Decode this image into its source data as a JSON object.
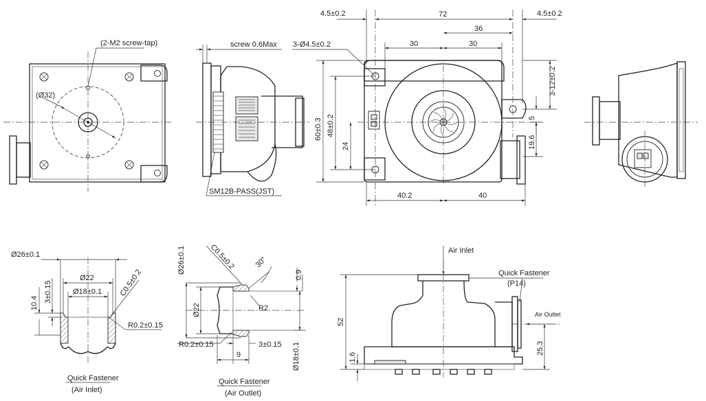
{
  "labels": {
    "screw_tap": "(2-M2 screw-tap)",
    "dia32": "(Ø32)",
    "screw_max": "screw 0.6Max",
    "connector": "SM12B-PASS(JST)",
    "holes": "3-Ø4.5±0.2",
    "d4_5_left": "4.5±0.2",
    "d72": "72",
    "d4_5_right": "4.5±0.2",
    "d36": "36",
    "d30a": "30",
    "d30b": "30",
    "d60": "60±0.3",
    "d48": "48±0.2",
    "d24": "24",
    "d3_12": "3-12±0.2",
    "d5": "5",
    "d19_6": "19.6",
    "d40_2": "40.2",
    "d40": "40",
    "d26_inlet": "Ø26±0.1",
    "d22_inlet": "Ø22",
    "d18_inlet": "Ø18±0.1",
    "c05_inlet": "C0.5±0.2",
    "d10_4": "10.4",
    "d3_15_inlet": "3±0.15",
    "r02_inlet": "R0.2±0.15",
    "inlet_title": "Quick Fastener",
    "inlet_sub": "(Air Inlet)",
    "d26_outlet": "Ø26±0.1",
    "c05_outlet": "C0.5±0.2",
    "angle30": "30°",
    "d0_9": "0.9",
    "d22_outlet": "Ø22",
    "r2": "R2",
    "r02_outlet": "R0.2±0.15",
    "d3_15_outlet": "3±0.15",
    "d9": "9",
    "d18_outlet": "Ø18±0.1",
    "outlet_title": "Quick Fastener",
    "outlet_sub": "(Air Outlet)",
    "air_inlet": "Air Inlet",
    "qf": "Quick Fastener",
    "p14": "(P14)",
    "air_outlet": "Air Outlet",
    "d52": "52",
    "d1_6": "1.6",
    "d25_3": "25.3"
  }
}
